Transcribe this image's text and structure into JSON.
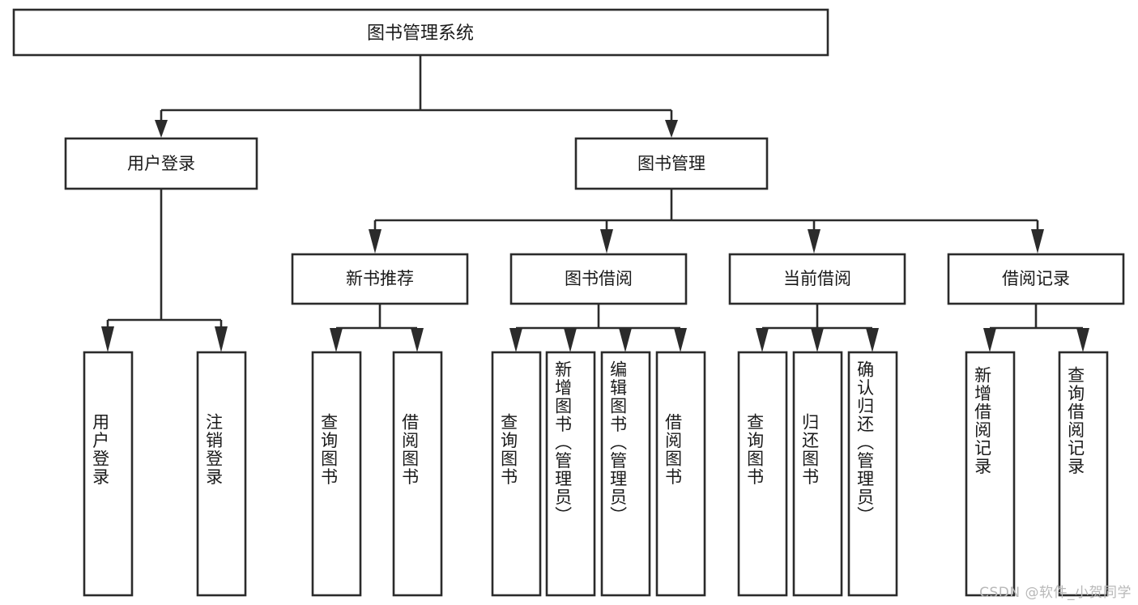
{
  "diagram": {
    "title": "图书管理系统",
    "type": "tree",
    "watermark": "CSDN @软件_小贺同学",
    "colors": {
      "box_stroke": "#2b2b2b",
      "box_fill": "#ffffff",
      "text": "#1a1a1a",
      "connector": "#2b2b2b",
      "watermark": "#b8b8b8",
      "background": "#ffffff"
    },
    "root": {
      "label": "图书管理系统",
      "name": "root-node"
    },
    "level2": [
      {
        "label": "用户登录",
        "name": "node-user-login"
      },
      {
        "label": "图书管理",
        "name": "node-book-management"
      }
    ],
    "level3": [
      {
        "label": "新书推荐",
        "name": "node-new-book-recommend"
      },
      {
        "label": "图书借阅",
        "name": "node-book-borrow"
      },
      {
        "label": "当前借阅",
        "name": "node-current-borrow"
      },
      {
        "label": "借阅记录",
        "name": "node-borrow-record"
      }
    ],
    "leaves": {
      "user_login": [
        {
          "label": "用户登录",
          "name": "leaf-user-login"
        },
        {
          "label": "注销登录",
          "name": "leaf-logout"
        }
      ],
      "new_book_recommend": [
        {
          "label": "查询图书",
          "name": "leaf-query-book-recommend"
        },
        {
          "label": "借阅图书",
          "name": "leaf-borrow-book-recommend"
        }
      ],
      "book_borrow": [
        {
          "label": "查询图书",
          "name": "leaf-query-book-borrow"
        },
        {
          "label": "新增图书（管理员）",
          "name": "leaf-add-book-admin"
        },
        {
          "label": "编辑图书（管理员）",
          "name": "leaf-edit-book-admin"
        },
        {
          "label": "借阅图书",
          "name": "leaf-borrow-book"
        }
      ],
      "current_borrow": [
        {
          "label": "查询图书",
          "name": "leaf-query-book-current"
        },
        {
          "label": "归还图书",
          "name": "leaf-return-book"
        },
        {
          "label": "确认归还（管理员）",
          "name": "leaf-confirm-return-admin"
        }
      ],
      "borrow_record": [
        {
          "label": "新增借阅记录",
          "name": "leaf-add-borrow-record"
        },
        {
          "label": "查询借阅记录",
          "name": "leaf-query-borrow-record"
        }
      ]
    }
  }
}
